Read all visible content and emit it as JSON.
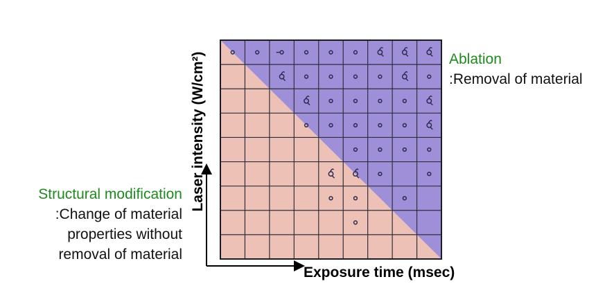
{
  "diagram": {
    "y_axis_label": "Laser intensity (W/cm²)",
    "x_axis_label": "Exposure time (msec)",
    "ablation": {
      "title": "Ablation",
      "description": ":Removal of material"
    },
    "structural_modification": {
      "title": "Structural modification",
      "lines": [
        ":Change of material",
        "properties without",
        "removal of material"
      ]
    },
    "grid": {
      "rows": 9,
      "cols": 9
    },
    "colors": {
      "ablation_region": "#9f8fd8",
      "modification_region": "#edc1b6",
      "grid_lines": "#2e2e3a",
      "label_green": "#1e8a1e",
      "marks": "#2a2a50"
    },
    "marks": [
      {
        "row": 0,
        "col": 0,
        "shape": "dot"
      },
      {
        "row": 0,
        "col": 1,
        "shape": "dot"
      },
      {
        "row": 0,
        "col": 2,
        "shape": "dash"
      },
      {
        "row": 0,
        "col": 3,
        "shape": "dot"
      },
      {
        "row": 0,
        "col": 4,
        "shape": "dot"
      },
      {
        "row": 0,
        "col": 5,
        "shape": "dot"
      },
      {
        "row": 0,
        "col": 6,
        "shape": "blob"
      },
      {
        "row": 0,
        "col": 7,
        "shape": "blob"
      },
      {
        "row": 0,
        "col": 8,
        "shape": "blob"
      },
      {
        "row": 1,
        "col": 2,
        "shape": "blob"
      },
      {
        "row": 1,
        "col": 3,
        "shape": "dot"
      },
      {
        "row": 1,
        "col": 4,
        "shape": "dot"
      },
      {
        "row": 1,
        "col": 5,
        "shape": "dot"
      },
      {
        "row": 1,
        "col": 6,
        "shape": "dot"
      },
      {
        "row": 1,
        "col": 7,
        "shape": "blob"
      },
      {
        "row": 1,
        "col": 8,
        "shape": "dot"
      },
      {
        "row": 2,
        "col": 3,
        "shape": "blob"
      },
      {
        "row": 2,
        "col": 4,
        "shape": "dot"
      },
      {
        "row": 2,
        "col": 5,
        "shape": "dot"
      },
      {
        "row": 2,
        "col": 6,
        "shape": "dot"
      },
      {
        "row": 2,
        "col": 7,
        "shape": "dot"
      },
      {
        "row": 2,
        "col": 8,
        "shape": "blob"
      },
      {
        "row": 3,
        "col": 3,
        "shape": "dot"
      },
      {
        "row": 3,
        "col": 4,
        "shape": "dot"
      },
      {
        "row": 3,
        "col": 5,
        "shape": "dot"
      },
      {
        "row": 3,
        "col": 6,
        "shape": "dot"
      },
      {
        "row": 3,
        "col": 7,
        "shape": "dot"
      },
      {
        "row": 3,
        "col": 8,
        "shape": "blob"
      },
      {
        "row": 4,
        "col": 5,
        "shape": "dot"
      },
      {
        "row": 4,
        "col": 6,
        "shape": "dot"
      },
      {
        "row": 4,
        "col": 7,
        "shape": "dot"
      },
      {
        "row": 4,
        "col": 8,
        "shape": "dot"
      },
      {
        "row": 5,
        "col": 4,
        "shape": "blob"
      },
      {
        "row": 5,
        "col": 5,
        "shape": "blob"
      },
      {
        "row": 5,
        "col": 6,
        "shape": "dot"
      },
      {
        "row": 5,
        "col": 8,
        "shape": "dot"
      },
      {
        "row": 6,
        "col": 4,
        "shape": "dot"
      },
      {
        "row": 6,
        "col": 5,
        "shape": "dot"
      },
      {
        "row": 6,
        "col": 7,
        "shape": "dot"
      },
      {
        "row": 7,
        "col": 5,
        "shape": "dot"
      }
    ]
  }
}
